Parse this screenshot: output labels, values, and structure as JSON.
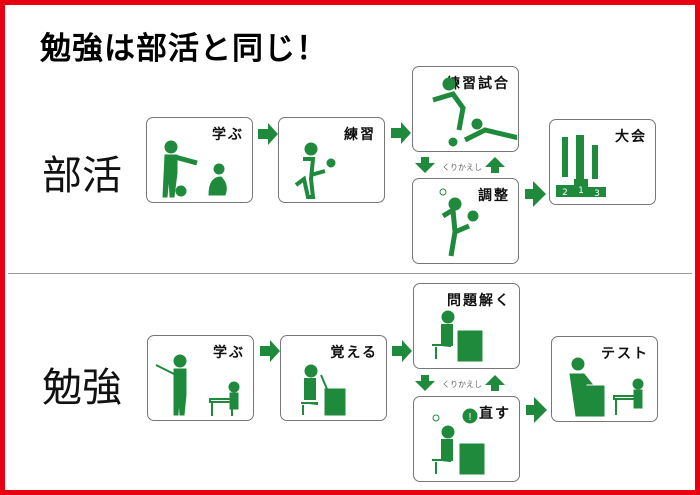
{
  "title": "勉強は部活と同じ！",
  "colors": {
    "accent": "#1f8a3c",
    "border": "#e60012"
  },
  "bukatsu": {
    "label": "部活",
    "steps": [
      "学ぶ",
      "練習",
      "練習試合",
      "調整",
      "大会"
    ],
    "repeat": "くりかえし",
    "podium": [
      "1",
      "2",
      "3"
    ]
  },
  "benkyo": {
    "label": "勉強",
    "steps": [
      "学ぶ",
      "覚える",
      "問題解く",
      "直す",
      "テスト"
    ],
    "repeat": "くりかえし"
  }
}
